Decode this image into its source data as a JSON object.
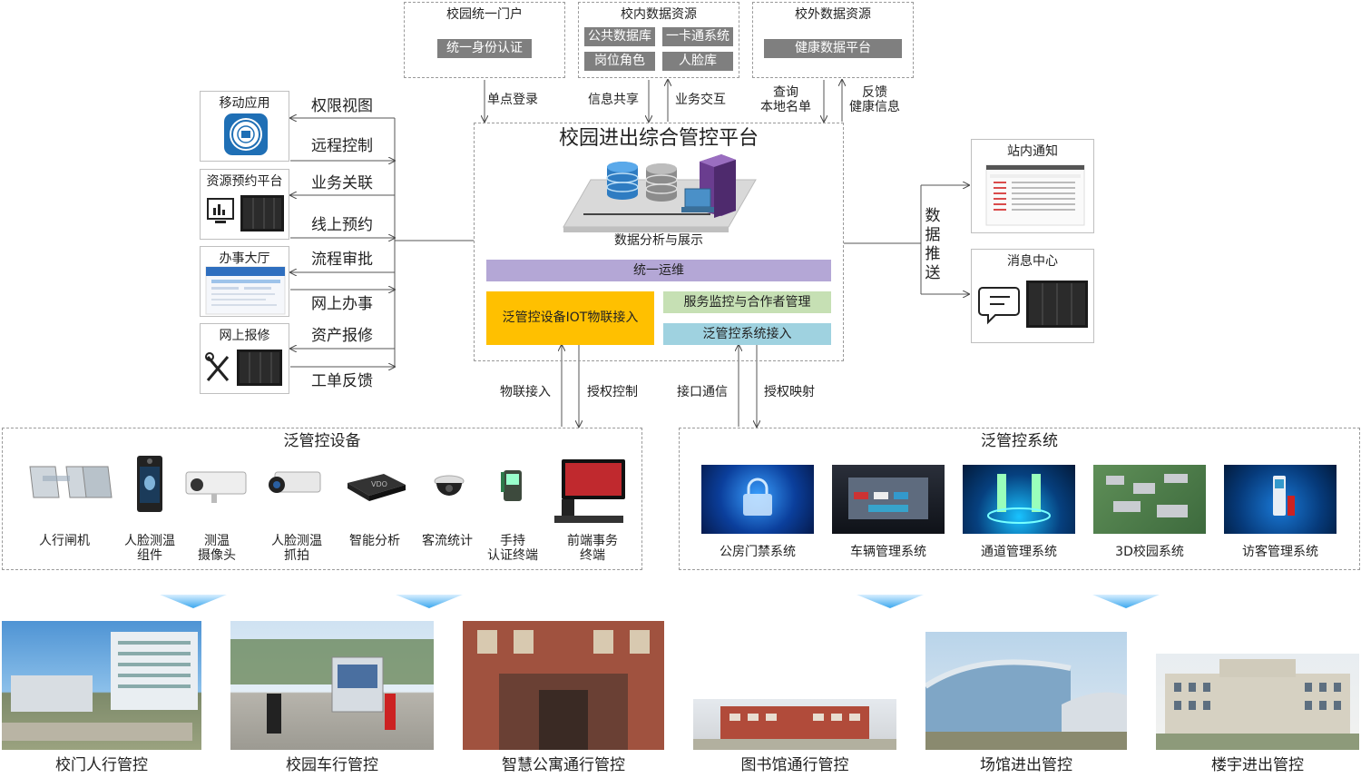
{
  "top_boxes": {
    "portal": {
      "title": "校园统一门户",
      "item": "统一身份认证"
    },
    "internal": {
      "title": "校内数据资源",
      "items": [
        "公共数据库",
        "一卡通系统",
        "岗位角色",
        "人脸库"
      ]
    },
    "external": {
      "title": "校外数据资源",
      "item": "健康数据平台"
    }
  },
  "top_links": {
    "sso": "单点登录",
    "info_share": "信息共享",
    "biz_interact": "业务交互",
    "query": "查询\n本地名单",
    "feedback": "反馈\n健康信息"
  },
  "platform": {
    "title": "校园进出综合管控平台",
    "analysis": "数据分析与展示",
    "ops": "统一运维",
    "iot": "泛管控设备IOT物联接入",
    "monitor": "服务监控与合作者管理",
    "sys_access": "泛管控系统接入"
  },
  "left_panels": [
    {
      "title": "移动应用"
    },
    {
      "title": "资源预约平台"
    },
    {
      "title": "办事大厅"
    },
    {
      "title": "网上报修"
    }
  ],
  "left_links": [
    "权限视图",
    "远程控制",
    "业务关联",
    "线上预约",
    "流程审批",
    "网上办事",
    "资产报修",
    "工单反馈"
  ],
  "right_panels": {
    "notice": "站内通知",
    "message": "消息中心"
  },
  "push_label": "数据推送",
  "bottom_links": {
    "iot": "物联接入",
    "auth_ctrl": "授权控制",
    "interface": "接口通信",
    "auth_map": "授权映射"
  },
  "devices": {
    "title": "泛管控设备",
    "items": [
      "人行闸机",
      "人脸测温\n组件",
      "测温\n摄像头",
      "人脸测温\n抓拍",
      "智能分析",
      "客流统计",
      "手持\n认证终端",
      "前端事务\n终端"
    ]
  },
  "systems": {
    "title": "泛管控系统",
    "items": [
      "公房门禁系统",
      "车辆管理系统",
      "通道管理系统",
      "3D校园系统",
      "访客管理系统"
    ]
  },
  "scenes": [
    "校门人行管控",
    "校园车行管控",
    "智慧公寓通行管控",
    "图书馆通行管控",
    "场馆进出管控",
    "楼宇进出管控"
  ],
  "colors": {
    "ops": "#b4a7d6",
    "iot": "#ffc000",
    "monitor": "#c6e0b4",
    "sys_access": "#9fd2e0",
    "gray_btn": "#7f7f7f",
    "arrow_blue": "#5bb6ea"
  }
}
